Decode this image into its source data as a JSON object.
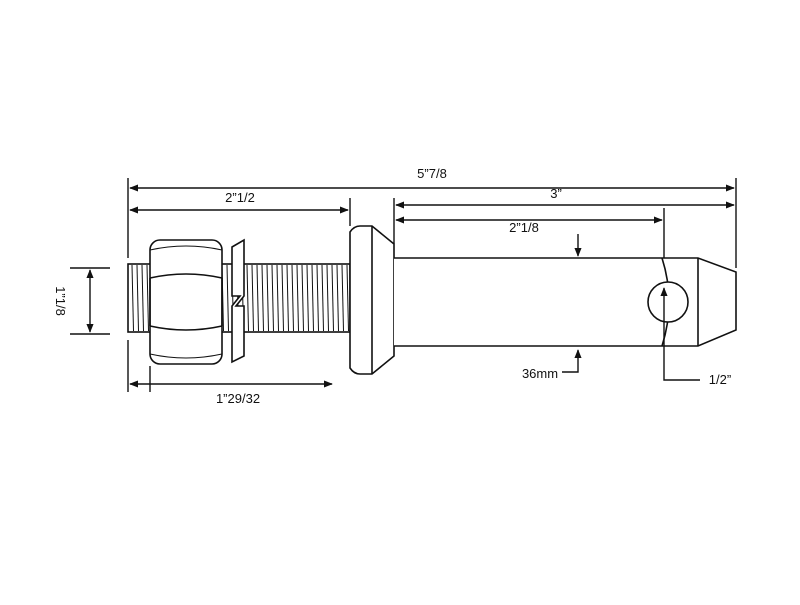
{
  "dimensions": {
    "overall_length": "5”7/8",
    "thread_length": "2”1/2",
    "pin_length": "3”",
    "usable_length": "2”1/8",
    "thread_diameter": "1”1/8",
    "nut_length": "1”29/32",
    "pin_diameter": "36mm",
    "hole_diameter": "1/2”"
  },
  "colors": {
    "line": "#111111",
    "background": "#ffffff"
  }
}
